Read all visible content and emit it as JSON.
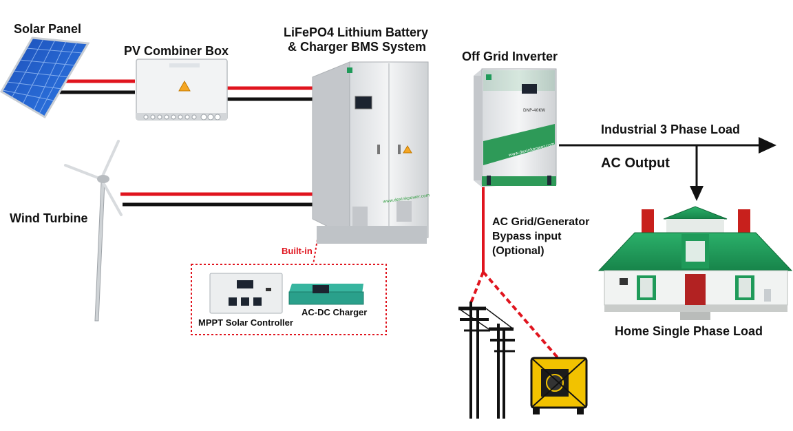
{
  "labels": {
    "solar_panel": "Solar Panel",
    "pv_combiner_box": "PV Combiner Box",
    "battery_line1": "LiFePO4 Lithium Battery",
    "battery_line2": "& Charger BMS System",
    "inverter": "Off Grid Inverter",
    "industrial_load": "Industrial 3 Phase Load",
    "ac_output": "AC Output",
    "wind_turbine": "Wind Turbine",
    "built_in": "Built-in",
    "mppt_controller": "MPPT Solar Controller",
    "acdc_charger": "AC-DC Charger",
    "bypass_line1": "AC Grid/Generator",
    "bypass_line2": "Bypass input",
    "bypass_line3": "(Optional)",
    "home_load": "Home Single Phase Load"
  },
  "device_text": {
    "cabinet_url": "www.dexinkpower.com",
    "inverter_url": "www.dexinkpower.com",
    "inverter_model": "DNP-40KW"
  },
  "colors": {
    "dc_positive": "#e0141e",
    "dc_negative": "#111111",
    "ac_line": "#111111",
    "bypass_line": "#e0141e",
    "cabinet": "#e6e8ea",
    "inverter_stripe": "#2e9a58",
    "house_roof": "#1f9a59",
    "house_door": "#b22222",
    "generator": "#f2c200"
  },
  "icons": [
    "solar-panel-icon",
    "combiner-box-icon",
    "battery-cabinet-icon",
    "inverter-icon",
    "wind-turbine-icon",
    "mppt-controller-icon",
    "acdc-charger-icon",
    "utility-pole-icon",
    "generator-icon",
    "house-icon"
  ]
}
